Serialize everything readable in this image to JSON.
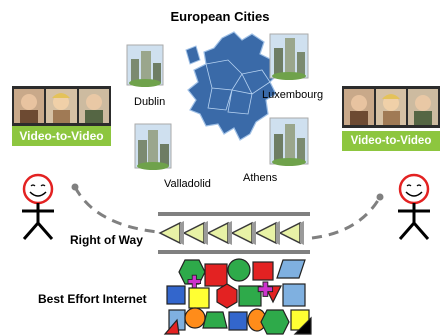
{
  "title": "European Cities",
  "cities": [
    "Dublin",
    "Luxembourg",
    "Valladolid",
    "Athens"
  ],
  "left_strip_label": "Video-to-Video",
  "right_strip_label": "Video-to-Video",
  "right_of_way_label": "Right of Way",
  "best_effort_label": "Best Effort Internet",
  "colors": {
    "accent_green": "#8dc63f",
    "europe_blue": "#3a6aa8",
    "person_red": "#e32222"
  },
  "icons": [
    "map-of-europe",
    "city-photo",
    "video-conference-strip",
    "smiley-person",
    "arrow-chevron",
    "packet-shapes"
  ]
}
